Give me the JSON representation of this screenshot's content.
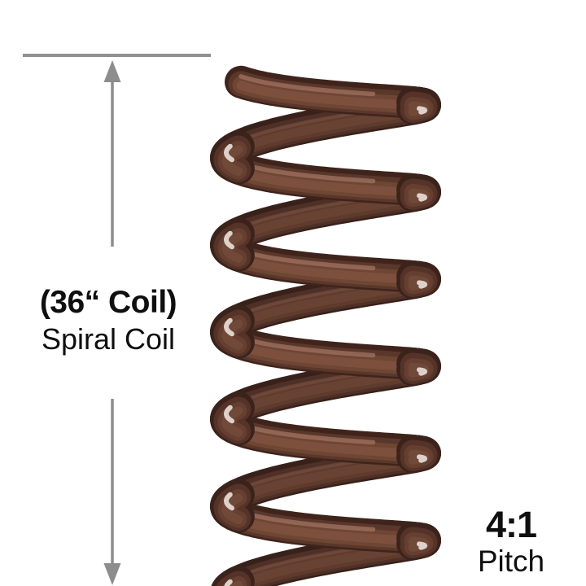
{
  "labels": {
    "coil_size": "(36“ Coil)",
    "coil_type": "Spiral Coil",
    "pitch_ratio": "4:1",
    "pitch_word": "Pitch"
  },
  "dimension": {
    "line_color": "#909090",
    "arrow_color": "#8d8d8d"
  },
  "coil": {
    "turns": 5.9,
    "colors": {
      "front_edge": "#3f241b",
      "front_mid": "#5a372a",
      "front_light": "#6e4634",
      "front_band": "#7c503c",
      "back_edge": "#38211a",
      "back_mid": "#4f3026",
      "back_light": "#5e3b2c",
      "back_band": "#684233",
      "patch_edge": "#3b231b",
      "patch_mid": "#553329",
      "patch_light": "#663f30",
      "patch_band": "#704938",
      "sheen_front": "#9a6c5b",
      "sheen_back": "#7a5245",
      "specular": "#e7ddd7"
    }
  },
  "text_color": "#0f0f0f",
  "background": "#ffffff"
}
